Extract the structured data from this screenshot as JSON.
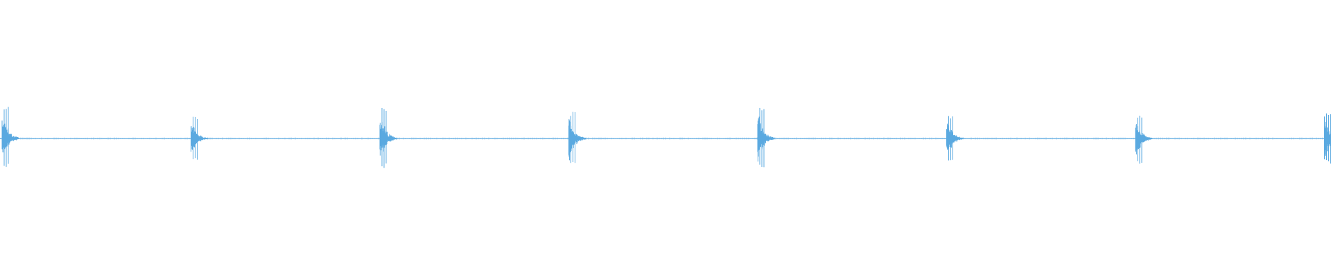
{
  "waveform": {
    "color": "#5aa9e0",
    "background": "#ffffff",
    "bursts": [
      {
        "index": 1,
        "peak_up": 0.62,
        "peak_down": 0.52
      },
      {
        "index": 2,
        "peak_up": 0.4,
        "peak_down": 0.4
      },
      {
        "index": 3,
        "peak_up": 0.6,
        "peak_down": 0.54
      },
      {
        "index": 4,
        "peak_up": 0.48,
        "peak_down": 0.48
      },
      {
        "index": 5,
        "peak_up": 0.56,
        "peak_down": 0.52
      },
      {
        "index": 6,
        "peak_up": 0.44,
        "peak_down": 0.44
      },
      {
        "index": 7,
        "peak_up": 0.44,
        "peak_down": 0.46
      },
      {
        "index": 8,
        "peak_up": 0.46,
        "peak_down": 0.48
      }
    ]
  }
}
